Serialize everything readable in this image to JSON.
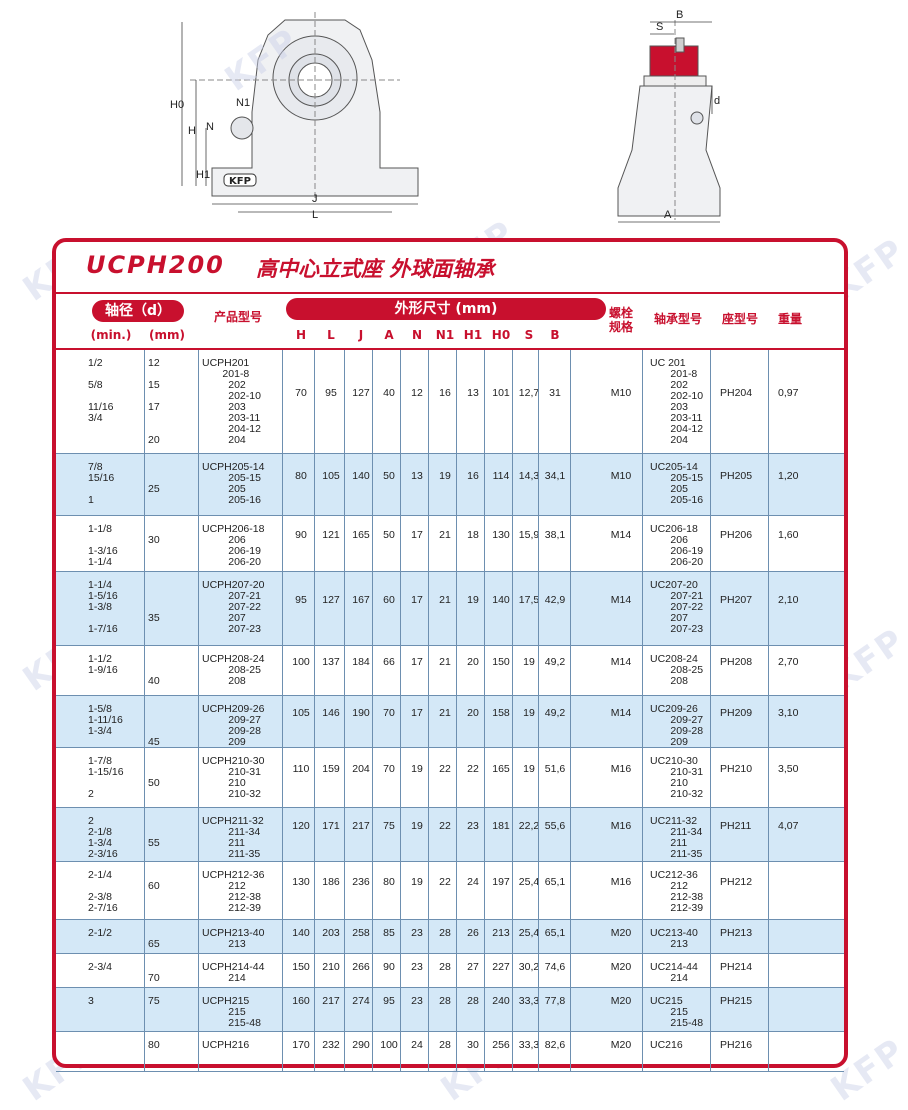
{
  "drawing": {
    "front_labels": [
      "H0",
      "H",
      "N1",
      "N",
      "H1",
      "J",
      "L"
    ],
    "side_labels": [
      "S",
      "B",
      "d",
      "A"
    ],
    "logo": "KFP"
  },
  "watermark": "KFP",
  "title": {
    "model": "UCPH200",
    "name": "高中心立式座  外球面轴承"
  },
  "headers": {
    "shaft": "轴径（d）",
    "min": "(min.)",
    "mm": "(mm)",
    "product": "产品型号",
    "dims": "外形尺寸 (mm)",
    "dim_cols": [
      "H",
      "L",
      "J",
      "A",
      "N",
      "N1",
      "H1",
      "H0",
      "S",
      "B"
    ],
    "bolt": "螺栓\n规格",
    "bearing": "轴承型号",
    "housing": "座型号",
    "weight": "重量"
  },
  "rows": [
    {
      "inch": "1/2\n\n5/8\n\n11/16\n3/4",
      "mm": "12\n\n15\n\n17\n\n\n20",
      "product": "UCPH201\n       201-8\n         202\n         202-10\n         203\n         203-11\n         204-12\n         204",
      "H": "70",
      "L": "95",
      "J": "127",
      "A": "40",
      "N": "12",
      "N1": "16",
      "H1": "13",
      "H0": "101",
      "S": "12,7",
      "B": "31",
      "bolt": "M10",
      "bearing": "UC 201\n       201-8\n       202\n       202-10\n       203\n       203-11\n       204-12\n       204",
      "housing": "PH204",
      "weight": "0,97"
    },
    {
      "inch": "7/8\n15/16\n\n1",
      "mm": "\n\n25",
      "product": "UCPH205-14\n         205-15\n         205\n         205-16",
      "H": "80",
      "L": "105",
      "J": "140",
      "A": "50",
      "N": "13",
      "N1": "19",
      "H1": "16",
      "H0": "114",
      "S": "14,3",
      "B": "34,1",
      "bolt": "M10",
      "bearing": "UC205-14\n       205-15\n       205\n       205-16",
      "housing": "PH205",
      "weight": "1,20"
    },
    {
      "inch": "1-1/8\n\n1-3/16\n1-1/4",
      "mm": "\n30",
      "product": "UCPH206-18\n         206\n         206-19\n         206-20",
      "H": "90",
      "L": "121",
      "J": "165",
      "A": "50",
      "N": "17",
      "N1": "21",
      "H1": "18",
      "H0": "130",
      "S": "15,9",
      "B": "38,1",
      "bolt": "M14",
      "bearing": "UC206-18\n       206\n       206-19\n       206-20",
      "housing": "PH206",
      "weight": "1,60"
    },
    {
      "inch": "1-1/4\n1-5/16\n1-3/8\n\n1-7/16",
      "mm": "\n\n\n35",
      "product": "UCPH207-20\n         207-21\n         207-22\n         207\n         207-23",
      "H": "95",
      "L": "127",
      "J": "167",
      "A": "60",
      "N": "17",
      "N1": "21",
      "H1": "19",
      "H0": "140",
      "S": "17,5",
      "B": "42,9",
      "bolt": "M14",
      "bearing": "UC207-20\n       207-21\n       207-22\n       207\n       207-23",
      "housing": "PH207",
      "weight": "2,10"
    },
    {
      "inch": "1-1/2\n1-9/16",
      "mm": "\n\n40",
      "product": "UCPH208-24\n         208-25\n         208",
      "H": "100",
      "L": "137",
      "J": "184",
      "A": "66",
      "N": "17",
      "N1": "21",
      "H1": "20",
      "H0": "150",
      "S": "19",
      "B": "49,2",
      "bolt": "M14",
      "bearing": "UC208-24\n       208-25\n       208",
      "housing": "PH208",
      "weight": "2,70"
    },
    {
      "inch": "1-5/8\n1-11/16\n1-3/4",
      "mm": "\n\n\n45",
      "product": "UCPH209-26\n         209-27\n         209-28\n         209",
      "H": "105",
      "L": "146",
      "J": "190",
      "A": "70",
      "N": "17",
      "N1": "21",
      "H1": "20",
      "H0": "158",
      "S": "19",
      "B": "49,2",
      "bolt": "M14",
      "bearing": "UC209-26\n       209-27\n       209-28\n       209",
      "housing": "PH209",
      "weight": "3,10"
    },
    {
      "inch": "1-7/8\n1-15/16\n\n2",
      "mm": "\n\n50",
      "product": "UCPH210-30\n         210-31\n         210\n         210-32",
      "H": "110",
      "L": "159",
      "J": "204",
      "A": "70",
      "N": "19",
      "N1": "22",
      "H1": "22",
      "H0": "165",
      "S": "19",
      "B": "51,6",
      "bolt": "M16",
      "bearing": "UC210-30\n       210-31\n       210\n       210-32",
      "housing": "PH210",
      "weight": "3,50"
    },
    {
      "inch": "2\n2-1/8\n1-3/4\n2-3/16",
      "mm": "\n\n55",
      "product": "UCPH211-32\n         211-34\n         211\n         211-35",
      "H": "120",
      "L": "171",
      "J": "217",
      "A": "75",
      "N": "19",
      "N1": "22",
      "H1": "23",
      "H0": "181",
      "S": "22,2",
      "B": "55,6",
      "bolt": "M16",
      "bearing": "UC211-32\n       211-34\n       211\n       211-35",
      "housing": "PH211",
      "weight": "4,07"
    },
    {
      "inch": "2-1/4\n\n2-3/8\n2-7/16",
      "mm": "\n60",
      "product": "UCPH212-36\n         212\n         212-38\n         212-39",
      "H": "130",
      "L": "186",
      "J": "236",
      "A": "80",
      "N": "19",
      "N1": "22",
      "H1": "24",
      "H0": "197",
      "S": "25,4",
      "B": "65,1",
      "bolt": "M16",
      "bearing": "UC212-36\n       212\n       212-38\n       212-39",
      "housing": "PH212",
      "weight": ""
    },
    {
      "inch": "2-1/2",
      "mm": "\n65",
      "product": "UCPH213-40\n         213",
      "H": "140",
      "L": "203",
      "J": "258",
      "A": "85",
      "N": "23",
      "N1": "28",
      "H1": "26",
      "H0": "213",
      "S": "25,4",
      "B": "65,1",
      "bolt": "M20",
      "bearing": "UC213-40\n       213",
      "housing": "PH213",
      "weight": ""
    },
    {
      "inch": "2-3/4",
      "mm": "\n70",
      "product": "UCPH214-44\n         214",
      "H": "150",
      "L": "210",
      "J": "266",
      "A": "90",
      "N": "23",
      "N1": "28",
      "H1": "27",
      "H0": "227",
      "S": "30,2",
      "B": "74,6",
      "bolt": "M20",
      "bearing": "UC214-44\n       214",
      "housing": "PH214",
      "weight": ""
    },
    {
      "inch": "3",
      "mm": "75",
      "product": "UCPH215\n         215\n         215-48",
      "H": "160",
      "L": "217",
      "J": "274",
      "A": "95",
      "N": "23",
      "N1": "28",
      "H1": "28",
      "H0": "240",
      "S": "33,3",
      "B": "77,8",
      "bolt": "M20",
      "bearing": "UC215\n       215\n       215-48",
      "housing": "PH215",
      "weight": ""
    },
    {
      "inch": "",
      "mm": "80",
      "product": "UCPH216",
      "H": "170",
      "L": "232",
      "J": "290",
      "A": "100",
      "N": "24",
      "N1": "28",
      "H1": "30",
      "H0": "256",
      "S": "33,3",
      "B": "82,6",
      "bolt": "M20",
      "bearing": "UC216",
      "housing": "PH216",
      "weight": ""
    }
  ]
}
